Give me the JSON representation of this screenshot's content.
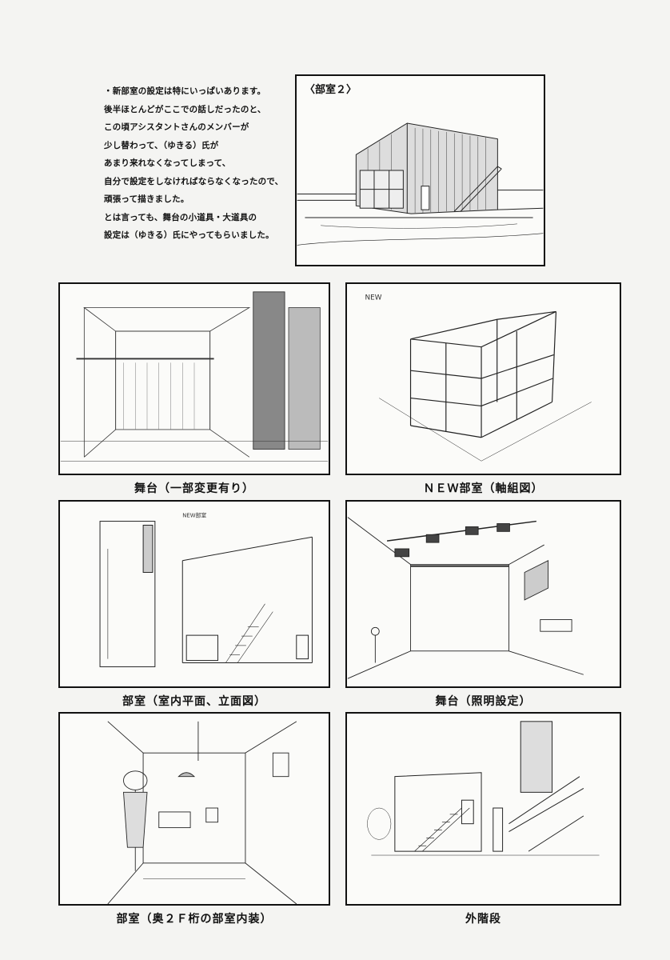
{
  "intro": {
    "lines": [
      "・新部室の設定は特にいっぱいあります。",
      "後半ほとんどがここでの話しだったのと、",
      "この頃アシスタントさんのメンバーが",
      "少し替わって、（ゆきる）氏が",
      "あまり来れなくなってしまって、",
      "自分で設定をしなければならなくなったので、",
      "頑張って描きました。",
      "とは言っても、舞台の小道具・大道具の",
      "設定は（ゆきる）氏にやってもらいました。"
    ]
  },
  "top_panel": {
    "label": "〈部室２〉"
  },
  "captions": {
    "stage_partial": "舞台（一部変更有り）",
    "new_clubroom": "ＮＥＷ部室（軸組図）",
    "clubroom_plan": "部室（室内平面、立面図）",
    "stage_lighting": "舞台（照明設定）",
    "clubroom_interior": "部室（奥２Ｆ桁の部室内装）",
    "outer_stairs": "外階段"
  },
  "sketch_notes": {
    "new_label": "NEW",
    "plan_header": "NEW部室"
  }
}
